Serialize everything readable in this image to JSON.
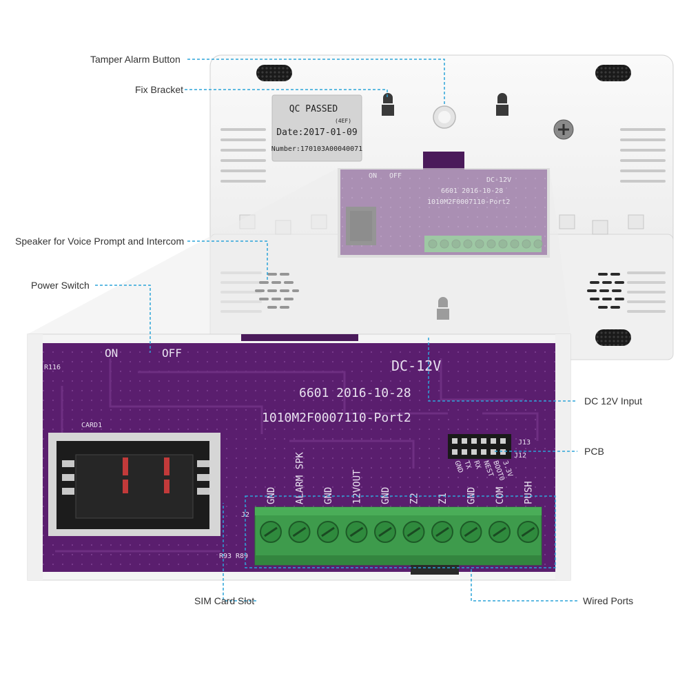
{
  "callouts": {
    "tamper": "Tamper Alarm Button",
    "bracket": "Fix Bracket",
    "speaker": "Speaker for Voice Prompt and Intercom",
    "power": "Power Switch",
    "dc": "DC 12V Input",
    "pcb": "PCB",
    "sim": "SIM Card Slot",
    "wired": "Wired Ports"
  },
  "qc_label": {
    "title": "QC PASSED",
    "code": "(4EF)",
    "date": "Date:2017-01-09",
    "number": "Number:170103A00040071"
  },
  "board": {
    "on": "ON",
    "off": "OFF",
    "dc": "DC-12V",
    "date": "6601 2016-10-28",
    "model": "1010M2F0007110-Port2",
    "card": "CARD1",
    "r116": "R116",
    "j2": "J2",
    "j12": "J12",
    "j13": "J13",
    "r93": "R93",
    "r89": "R89",
    "terminals": [
      "GND",
      "ALARM SPK",
      "GND",
      "12VOUT",
      "GND",
      "Z2",
      "Z1",
      "GND",
      "COM",
      "PUSH"
    ],
    "header_pins": [
      "GND",
      "TX",
      "RX",
      "NEST",
      "BOOT0",
      "3.3V"
    ]
  },
  "colors": {
    "pcb": "#5a1e6e",
    "terminal": "#3e9b4c",
    "leader": "#2aa4d8",
    "case": "#f3f3f3"
  }
}
